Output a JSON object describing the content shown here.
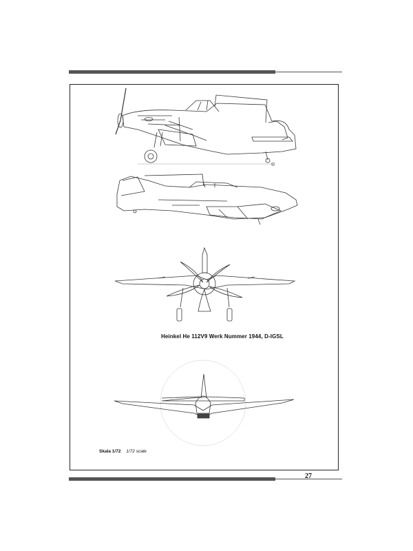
{
  "caption": "Heinkel He 112V9 Werk Nummer 1944, D-IGSL",
  "scale": {
    "label": "Skala 1/72",
    "alt": "1/72 scale"
  },
  "page_number": "27",
  "copyright_symbol": "©"
}
